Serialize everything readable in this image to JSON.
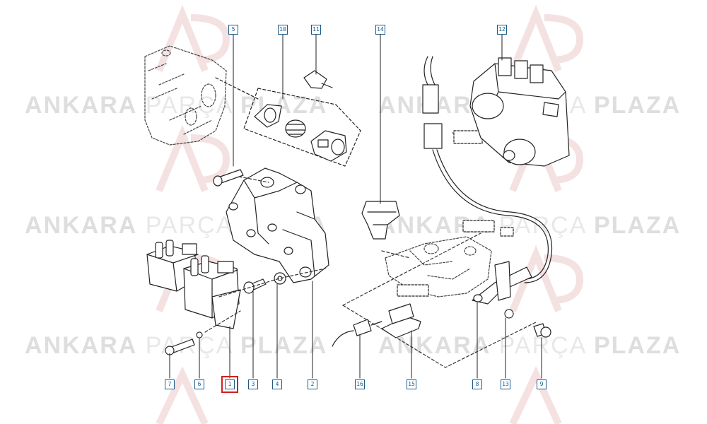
{
  "watermark": {
    "bold_a": "ANKARA",
    "thin": "PARÇA",
    "bold_b": "PLAZA"
  },
  "colors": {
    "callout_border": "#1a5a8a",
    "selected_outline": "#d32020",
    "line": "#222222",
    "watermark": "#e3e3e3"
  },
  "callouts": [
    {
      "label": "5"
    },
    {
      "label": "10"
    },
    {
      "label": "11"
    },
    {
      "label": "14"
    },
    {
      "label": "12"
    },
    {
      "label": "7"
    },
    {
      "label": "6"
    },
    {
      "label": "1"
    },
    {
      "label": "3"
    },
    {
      "label": "4"
    },
    {
      "label": "2"
    },
    {
      "label": "16"
    },
    {
      "label": "15"
    },
    {
      "label": "8"
    },
    {
      "label": "13"
    },
    {
      "label": "9"
    }
  ]
}
